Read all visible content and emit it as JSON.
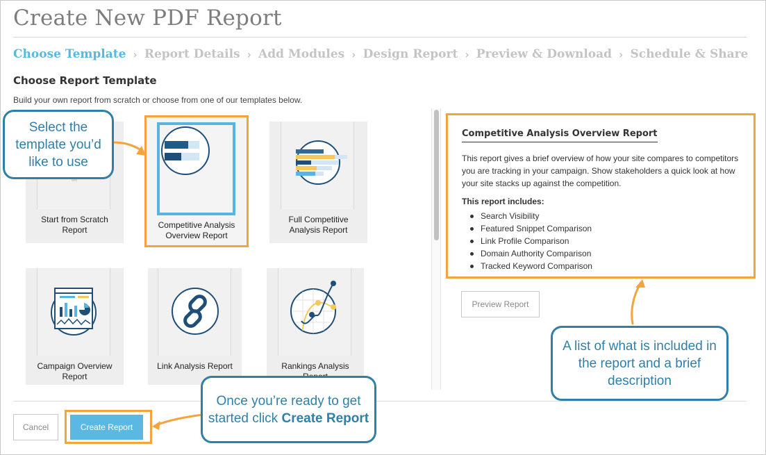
{
  "page": {
    "title": "Create New PDF Report"
  },
  "wizard_steps": [
    {
      "label": "Choose Template",
      "active": true
    },
    {
      "label": "Report Details",
      "active": false
    },
    {
      "label": "Add Modules",
      "active": false
    },
    {
      "label": "Design Report",
      "active": false
    },
    {
      "label": "Preview & Download",
      "active": false
    },
    {
      "label": "Schedule & Share",
      "active": false
    }
  ],
  "step_separator": "›",
  "template_section": {
    "title": "Choose Report Template",
    "subtitle": "Build your own report from scratch or choose from one of our templates below."
  },
  "templates": [
    {
      "line1": "Start from Scratch",
      "line2": "Report",
      "icon": "blank-page-icon",
      "selected": false
    },
    {
      "line1": "Competitive Analysis",
      "line2": "Overview Report",
      "icon": "bar-chart-circle-icon",
      "selected": true
    },
    {
      "line1": "Full Competitive",
      "line2": "Analysis Report",
      "icon": "multi-bar-chart-circle-icon",
      "selected": false
    },
    {
      "line1": "Campaign Overview",
      "line2": "Report",
      "icon": "dashboard-circle-icon",
      "selected": false
    },
    {
      "line1": "Link Analysis Report",
      "line2": "",
      "icon": "chain-link-circle-icon",
      "selected": false
    },
    {
      "line1": "Rankings Analysis",
      "line2": "Report",
      "icon": "trend-line-circle-icon",
      "selected": false
    }
  ],
  "details": {
    "title": "Competitive Analysis Overview Report",
    "description": "This report gives a brief overview of how your site compares to competitors you are tracking in your campaign. Show stakeholders a quick look at how your site stacks up against the competition.",
    "includes_label": "This report includes:",
    "includes": [
      "Search Visibility",
      "Featured Snippet Comparison",
      "Link Profile Comparison",
      "Domain Authority Comparison",
      "Tracked Keyword Comparison"
    ]
  },
  "buttons": {
    "preview": "Preview Report",
    "cancel": "Cancel",
    "create": "Create Report"
  },
  "callouts": {
    "select": "Select the template you’d like to use",
    "details": "A list of what is included in the report and a brief description",
    "create_prefix": "Once you’re ready to get started click ",
    "create_bold": "Create Report"
  },
  "colors": {
    "accent_blue": "#5ab8e0",
    "highlight_orange": "#f5a33b",
    "callout_blue": "#2f7fa8",
    "icon_navy": "#1f4e79",
    "icon_yellow": "#f5c85a"
  }
}
